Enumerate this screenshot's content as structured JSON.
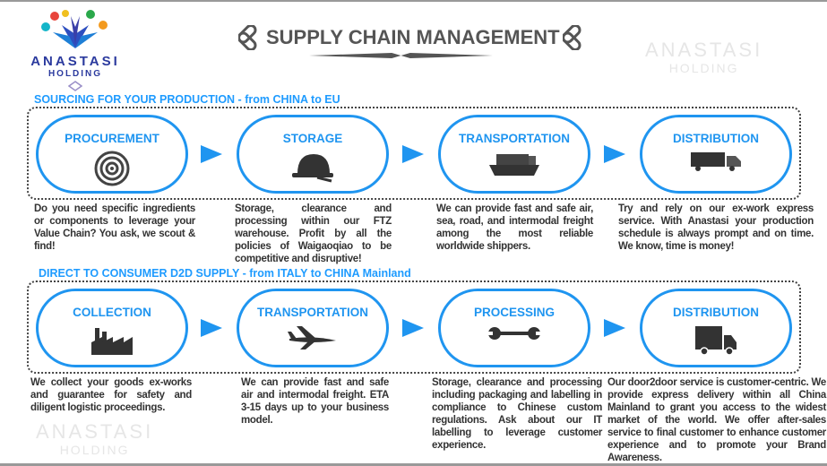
{
  "logo": {
    "name": "ANASTASI",
    "sub": "HOLDING"
  },
  "header": {
    "title": "SUPPLY CHAIN MANAGEMENT"
  },
  "watermark": {
    "name": "ANASTASI",
    "sub": "HOLDING"
  },
  "colors": {
    "accent": "#1f95f0",
    "section": "#1e9bff",
    "text": "#333333"
  },
  "section1": {
    "title": "SOURCING FOR YOUR PRODUCTION - from CHINA to EU",
    "steps": [
      {
        "label": "PROCUREMENT",
        "icon": "target-icon",
        "desc": "Do you need specific ingredients or components to leverage your Value Chain? You ask, we scout & find!"
      },
      {
        "label": "STORAGE",
        "icon": "hard-hat-icon",
        "desc": "Storage, clearance and processing within our FTZ warehouse. Profit by all the policies of Waigaoqiao to be competitive and disruptive!"
      },
      {
        "label": "TRANSPORTATION",
        "icon": "cargo-ship-icon",
        "desc": "We can provide fast and safe air, sea, road, and intermodal freight among the most reliable worldwide shippers."
      },
      {
        "label": "DISTRIBUTION",
        "icon": "truck-icon",
        "desc": "Try and rely on our ex-work express service. With Anastasi your production schedule is always prompt and on time. We know, time is money!"
      }
    ]
  },
  "section2": {
    "title": "DIRECT TO CONSUMER D2D SUPPLY - from ITALY to CHINA Mainland",
    "steps": [
      {
        "label": "COLLECTION",
        "icon": "factory-icon",
        "desc": "We collect your goods ex-works and guarantee for safety and diligent logistic proceedings."
      },
      {
        "label": "TRANSPORTATION",
        "icon": "airplane-icon",
        "desc": "We can provide fast and safe air and intermodal freight. ETA 3-15 days up to your business model."
      },
      {
        "label": "PROCESSING",
        "icon": "wrench-icon",
        "desc": "Storage, clearance and processing including packaging and labelling in compliance to Chinese custom regulations. Ask about our IT labelling to leverage customer experience."
      },
      {
        "label": "DISTRIBUTION",
        "icon": "delivery-truck-icon",
        "desc": "Our door2door service is customer-centric. We provide express delivery within all China Mainland to grant you access to the widest market of the world. We offer after-sales service to final customer to enhance customer experience and to promote your Brand Awareness."
      }
    ]
  }
}
